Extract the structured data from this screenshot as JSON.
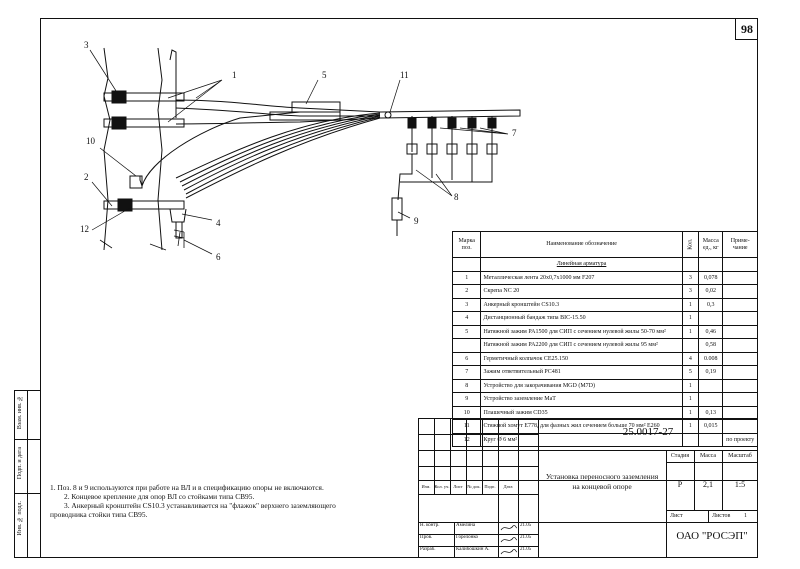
{
  "sheet": {
    "number": "98"
  },
  "callouts": [
    "1",
    "2",
    "3",
    "4",
    "5",
    "6",
    "7",
    "8",
    "9",
    "10",
    "11",
    "12"
  ],
  "spec_table": {
    "headers": {
      "pos": "Марка поз.",
      "name": "Наименование обозначение",
      "qty": "Кол.",
      "mass": "Масса ед., кг",
      "note": "Приме- чание"
    },
    "section": "Линейная арматура",
    "rows": [
      {
        "pos": "1",
        "name": "Металлическая лента 20х0,7х1000 мм F207",
        "qty": "3",
        "mass": "0,078",
        "note": ""
      },
      {
        "pos": "2",
        "name": "Скрепа NC 20",
        "qty": "3",
        "mass": "0,02",
        "note": ""
      },
      {
        "pos": "3",
        "name": "Анкерный кронштейн CS10.3",
        "qty": "1",
        "mass": "0,3",
        "note": ""
      },
      {
        "pos": "4",
        "name": "Дистанционный бандаж типа BIC-15.50",
        "qty": "1",
        "mass": "",
        "note": ""
      },
      {
        "pos": "5",
        "name": "Натяжной зажим PA1500 для СИП с сечением нулевой жилы 50-70 мм²",
        "qty": "1",
        "mass": "0,46",
        "note": ""
      },
      {
        "pos": "",
        "name": "Натяжной зажим PA2200 для СИП с сечением нулевой жилы 95 мм²",
        "qty": "",
        "mass": "0,58",
        "note": ""
      },
      {
        "pos": "6",
        "name": "Герметичный колпачок CE25.150",
        "qty": "4",
        "mass": "0.008",
        "note": ""
      },
      {
        "pos": "7",
        "name": "Зажим ответвительный PC481",
        "qty": "5",
        "mass": "0,19",
        "note": ""
      },
      {
        "pos": "8",
        "name": "Устройство для закорачивания MGD (M7D)",
        "qty": "1",
        "mass": "",
        "note": ""
      },
      {
        "pos": "9",
        "name": "Устройство заземление MaT",
        "qty": "1",
        "mass": "",
        "note": ""
      },
      {
        "pos": "10",
        "name": "Плашечный зажим CD35",
        "qty": "1",
        "mass": "0,13",
        "note": ""
      },
      {
        "pos": "11",
        "name": "Стяжной хомут E778, для фазных жил сечением больше 70 мм² E260",
        "qty": "1",
        "mass": "0,015",
        "note": ""
      },
      {
        "pos": "12",
        "name": "Круг Ø 6 мм²",
        "qty": "",
        "mass": "",
        "note": "по проекту"
      }
    ]
  },
  "notes": [
    "1. Поз. 8 и 9 используются при работе на ВЛ и в спецификацию опоры не включаются.",
    "2. Концевое крепление для опор ВЛ со стойками типа СВ95.",
    "3. Анкерный кронштейн CS10.3 устанавливается на \"флажок\" верхнего заземляющего проводника стойки типа СВ95."
  ],
  "side_strip": {
    "a": "Взам. инв. №",
    "b": "Подп. и дата",
    "c": "Инв. № подл."
  },
  "title_block": {
    "doc_number": "25.0017-27",
    "title": "Установка переносного заземления на концевой опоре",
    "cols": [
      "Изм.",
      "Кол. уч.",
      "Лист",
      "№ док.",
      "Подп.",
      "Дата"
    ],
    "stage_label": "Стадия",
    "mass_label": "Масса",
    "scale_label": "Масштаб",
    "stage": "Р",
    "mass": "2,1",
    "scale": "1:5",
    "sheet_label": "Лист",
    "sheets_label": "Листов",
    "sheets": "1",
    "roles": [
      "Н. контр.",
      "Пров.",
      "Разраб."
    ],
    "names": [
      "Амелина",
      "Горелонко",
      "Калибошкин А."
    ],
    "dates": [
      "21.05",
      "21.05",
      "21.05"
    ],
    "org": "ОАО \"РОСЭП\""
  }
}
